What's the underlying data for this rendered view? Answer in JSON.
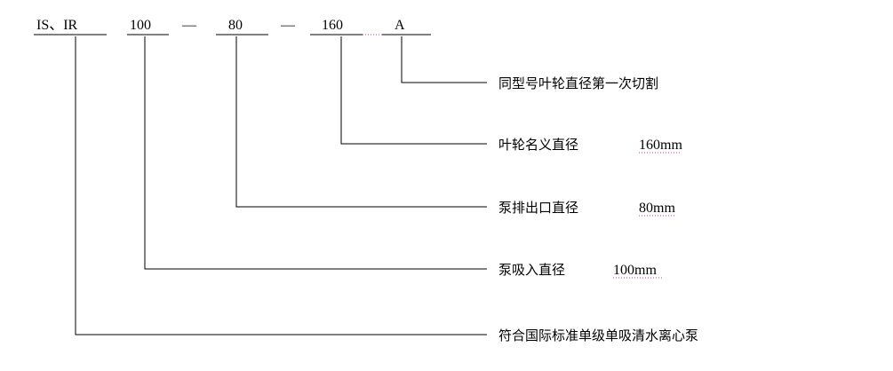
{
  "code": {
    "series": "IS、IR",
    "inlet": "100",
    "dash1": "—",
    "outlet": "80",
    "dash2": "—",
    "impeller": "160",
    "cut": "A"
  },
  "descriptions": {
    "cut": "同型号叶轮直径第一次切割",
    "impeller_prefix": "叶轮名义直径",
    "impeller_value": "160mm",
    "outlet_prefix": "泵排出口直径",
    "outlet_value": "80mm",
    "inlet_prefix": "泵吸入直径",
    "inlet_value": "100mm",
    "series": "符合国际标准单级单吸清水离心泵"
  },
  "colors": {
    "line": "#000000",
    "spellcheck_underline": "#cc3399"
  }
}
